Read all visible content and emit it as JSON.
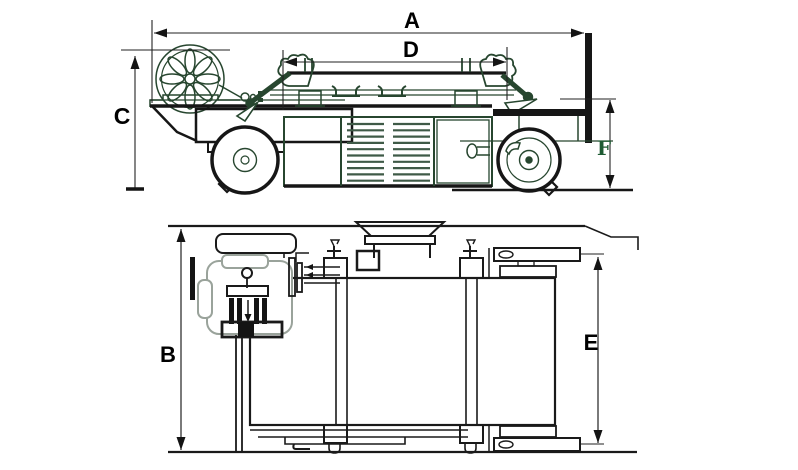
{
  "diagram": {
    "type": "technical-line-drawing",
    "views": [
      {
        "id": "side-elevation-view",
        "dimension_labels": [
          "A",
          "C",
          "D",
          "F"
        ]
      },
      {
        "id": "plan-view",
        "dimension_labels": [
          "B",
          "E"
        ]
      }
    ],
    "labels": {
      "a": "A",
      "b": "B",
      "c": "C",
      "d": "D",
      "e": "E",
      "f": "F"
    },
    "colors": {
      "background": "#ffffff",
      "line_green": "#27462f",
      "line_black": "#1a1a1a",
      "louver": "#3f5a47",
      "engine_outline": "#9aa39b",
      "dimension_line": "#222222",
      "label": "#000000",
      "label_f": "#1e5b33"
    }
  }
}
